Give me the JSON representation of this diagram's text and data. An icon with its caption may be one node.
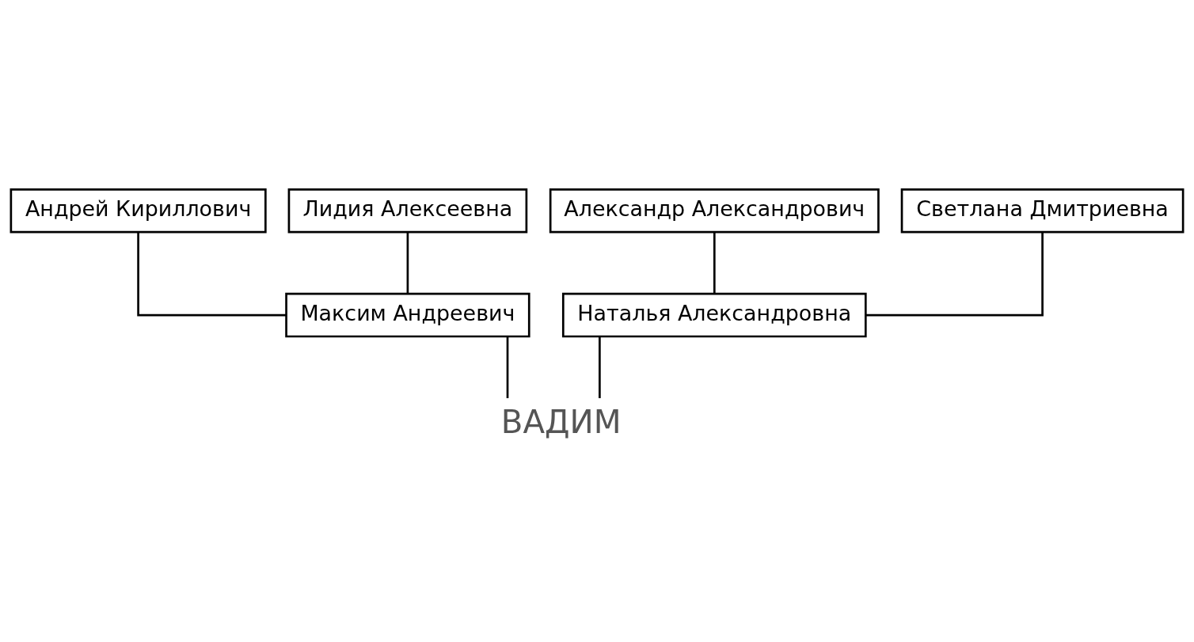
{
  "diagram": {
    "nodes": [
      {
        "text": [
          "Андрей Кириллович"
        ]
      },
      {
        "text": [
          "Лидия Алексеевна"
        ]
      },
      {
        "text": [
          "Александр Александрович"
        ]
      },
      {
        "text": [
          "Светлана Дмитриевна"
        ]
      },
      {
        "text": [
          "Максим Андреевич"
        ]
      },
      {
        "text": [
          "Наталья Александровна"
        ]
      },
      {
        "text": [
          "ВАДИМ"
        ]
      }
    ],
    "edges": [
      {
        "from": 0,
        "to": 4,
        "arrow": "none"
      },
      {
        "from": 1,
        "to": 4,
        "arrow": "none"
      },
      {
        "from": 2,
        "to": 5,
        "arrow": "none"
      },
      {
        "from": 3,
        "to": 5,
        "arrow": "none"
      },
      {
        "from": 4,
        "to": 6,
        "arrow": "none"
      },
      {
        "from": 5,
        "to": 6,
        "arrow": "none"
      }
    ]
  }
}
